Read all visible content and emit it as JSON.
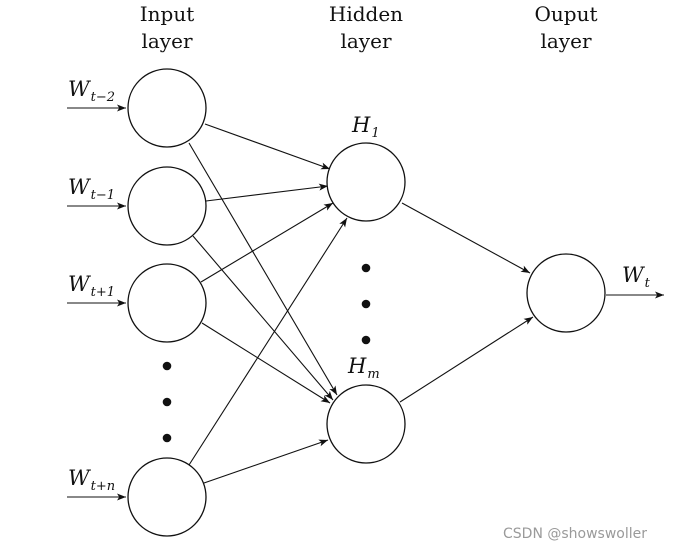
{
  "headers": {
    "input": [
      "Input",
      "layer"
    ],
    "hidden": [
      "Hidden",
      "layer"
    ],
    "output": [
      "Ouput",
      "layer"
    ]
  },
  "inputs": [
    {
      "base": "W",
      "sub": "t−2"
    },
    {
      "base": "W",
      "sub": "t−1"
    },
    {
      "base": "W",
      "sub": "t+1"
    },
    {
      "base": "W",
      "sub": "t+n"
    }
  ],
  "hidden": [
    {
      "base": "H",
      "sub": "1"
    },
    {
      "base": "H",
      "sub": "m"
    }
  ],
  "output": {
    "base": "W",
    "sub": "t"
  },
  "watermark": "CSDN @showswoller"
}
